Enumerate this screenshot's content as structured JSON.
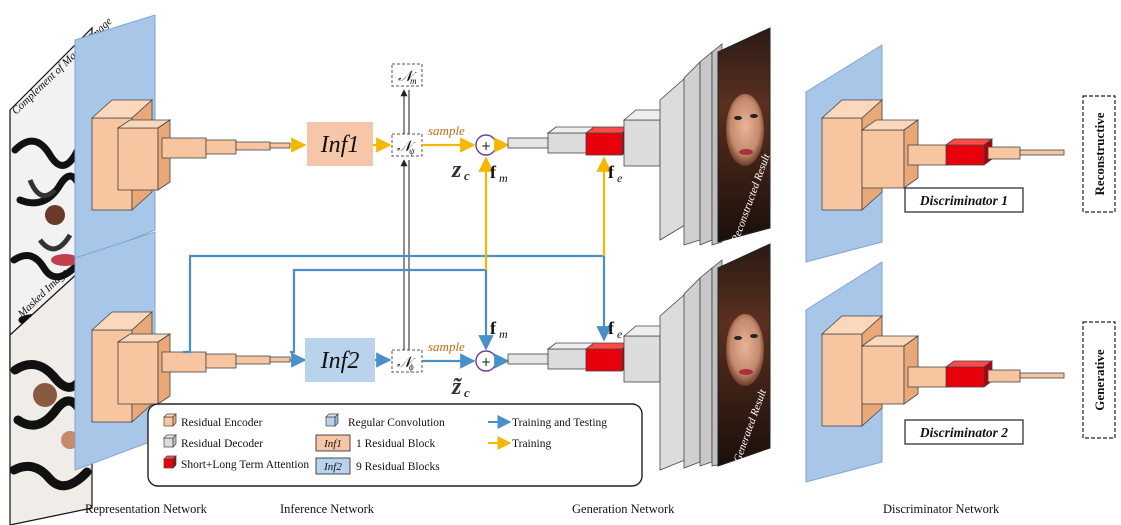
{
  "photo_labels": {
    "complement": "Complement of Masked Image",
    "masked": "Masked Image",
    "reconstructed": "Reconstructed Result",
    "generated": "Generated Result"
  },
  "inference": {
    "inf1": "Inf1",
    "inf2": "Inf2",
    "sample_top": "sample",
    "sample_bottom": "sample",
    "plus_top": "+",
    "plus_bottom": "+",
    "n_m": "𝒩",
    "n_m_sub": "m",
    "n_psi": "𝒩",
    "n_psi_sub": "ψ",
    "n_phi": "𝒩",
    "n_phi_sub": "ϕ",
    "z_top": "z",
    "z_top_sub": "c",
    "z_bottom": "z̃",
    "z_bottom_sub": "c"
  },
  "features": {
    "fm_top": "f",
    "fm_top_sub": "m",
    "fe_top": "f",
    "fe_top_sub": "e",
    "fm_bottom": "f",
    "fm_bottom_sub": "m",
    "fe_bottom": "f",
    "fe_bottom_sub": "e"
  },
  "discriminators": {
    "d1": "Discriminator 1",
    "d2": "Discriminator 2",
    "out1": "Reconstructive",
    "out2": "Generative"
  },
  "legend": {
    "residual_encoder": "Residual Encoder",
    "residual_decoder": "Residual Decoder",
    "attention": "Short+Long Term Attention",
    "regular_conv": "Regular Convolution",
    "inf1_tag": "Inf1",
    "inf1_desc": "1 Residual Block",
    "inf2_tag": "Inf2",
    "inf2_desc": "9 Residual Blocks",
    "train_test": "Training and Testing",
    "training": "Training"
  },
  "sections": {
    "representation": "Representation Network",
    "inference": "Inference Network",
    "generation": "Generation Network",
    "discriminator": "Discriminator Network"
  },
  "colors": {
    "blue_plate": "#a8c6e8",
    "encoder": "#f7c59f",
    "decoder": "#dcdcdc",
    "attention": "#e8000b",
    "training_testing": "#4a90c8",
    "training": "#f5b800",
    "inf1_fill": "#f6c6a8",
    "inf2_fill": "#b9d3ec",
    "sample_text": "#c46a10"
  }
}
